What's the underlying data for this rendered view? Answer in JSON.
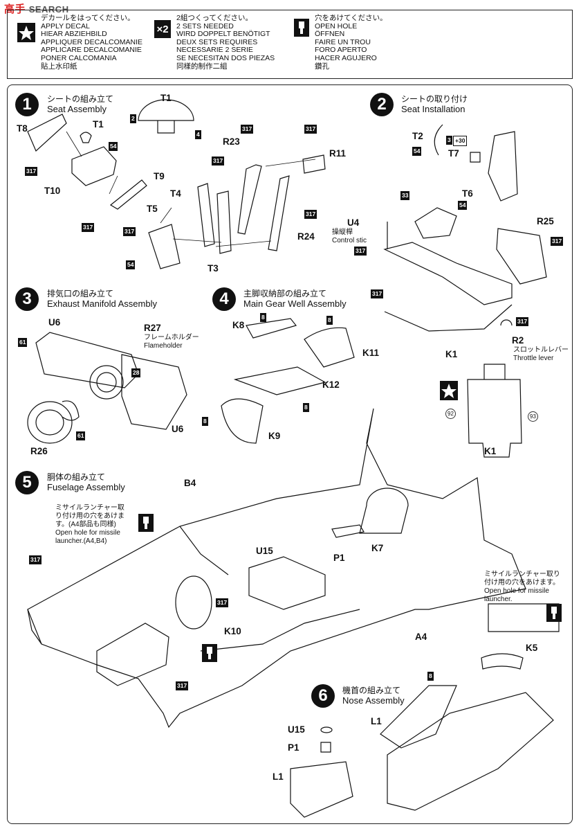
{
  "watermark": {
    "prefix": "高手",
    "brand": "SEARCH"
  },
  "legend": {
    "decal": {
      "lines": [
        "デカールをはってください。",
        "APPLY DECAL",
        "HIEAR ABZIEHBILD",
        "APPLIQUER DECALCOMANIE",
        "APPLICARE DECALCOMANIE",
        "PONER CALCOMANIA",
        "貼上水印紙"
      ]
    },
    "two_sets": {
      "icon": "×2",
      "lines": [
        "2組つくってください。",
        "2 SETS NEEDED",
        "WIRD DOPPELT BENÖTIGT",
        "DEUX SETS REQUIRES",
        "NECESSARIE 2 SERIE",
        "SE NECESITAN DOS PIEZAS",
        "同樣的制作二組"
      ]
    },
    "hole": {
      "lines": [
        "穴をあけてください。",
        "OPEN HOLE",
        "ÖFFNEN",
        "FAIRE UN TROU",
        "FORO APERTO",
        "HACER AGUJERO",
        "鑽孔"
      ]
    }
  },
  "steps": [
    {
      "num": "1",
      "jp": "シートの組み立て",
      "en": "Seat Assembly"
    },
    {
      "num": "2",
      "jp": "シートの取り付け",
      "en": "Seat Installation"
    },
    {
      "num": "3",
      "jp": "排気口の組み立て",
      "en": "Exhaust Manifold Assembly"
    },
    {
      "num": "4",
      "jp": "主脚収納部の組み立て",
      "en": "Main Gear Well Assembly"
    },
    {
      "num": "5",
      "jp": "胴体の組み立て",
      "en": "Fuselage Assembly"
    },
    {
      "num": "6",
      "jp": "機首の組み立て",
      "en": "Nose Assembly"
    }
  ],
  "parts": {
    "T1a": "T1",
    "T1b": "T1",
    "T8": "T8",
    "T10": "T10",
    "T9": "T9",
    "T5": "T5",
    "T4": "T4",
    "T3": "T3",
    "R23": "R23",
    "R11": "R11",
    "R24": "R24",
    "T2": "T2",
    "T7": "T7",
    "T6": "T6",
    "U4": "U4",
    "R25": "R25",
    "R2": "R2",
    "K1a": "K1",
    "K1b": "K1",
    "U6a": "U6",
    "R27": "R27",
    "U6b": "U6",
    "R26": "R26",
    "K8": "K8",
    "K11": "K11",
    "K12": "K12",
    "K9": "K9",
    "B4": "B4",
    "U15a": "U15",
    "P1a": "P1",
    "K7": "K7",
    "K10": "K10",
    "A4": "A4",
    "K5": "K5",
    "U15b": "U15",
    "P1b": "P1",
    "L1a": "L1",
    "L1b": "L1"
  },
  "colors": {
    "c317": "317",
    "c54": "54",
    "c2": "2",
    "c4": "4",
    "c33": "33",
    "c3": "3",
    "c30": "+30",
    "c28": "28",
    "c61": "61",
    "c8": "8",
    "c92": "92",
    "c93": "93"
  },
  "labels": {
    "control_jp": "操縦桿",
    "control_en": "Control stic",
    "throttle_jp": "スロットルレバー",
    "throttle_en": "Throttle lever",
    "flame_jp": "フレームホルダー",
    "flame_en": "Flameholder"
  },
  "notes": {
    "hole_b4": [
      "ミサイルランチャー取",
      "り付け用の穴をあけま",
      "す。(A4部品も同様)",
      "Open hole for missile",
      "launcher.(A4,B4)"
    ],
    "hole_a4": [
      "ミサイルランチャー取り",
      "付け用の穴をあけます。",
      "Open hole for missile",
      "launcher."
    ]
  }
}
